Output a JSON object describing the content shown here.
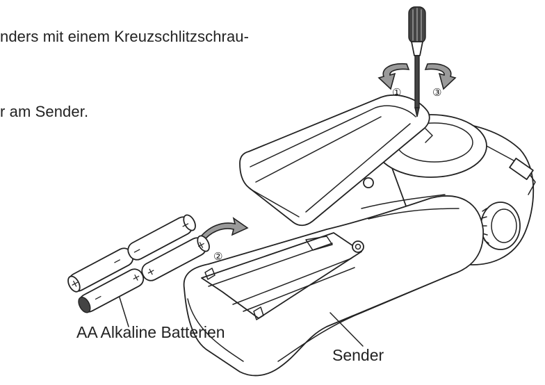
{
  "instructions": {
    "line1": "nders mit einem Kreuzschlitzschrau-",
    "line2": "r am Sender."
  },
  "labels": {
    "batteries": "AA Alkaline Batterien",
    "transmitter": "Sender"
  },
  "steps": {
    "step1": "①",
    "step2": "②",
    "step3": "③"
  },
  "battery_polarity": {
    "plus": "+",
    "minus": "−"
  },
  "icons": [
    "screwdriver-icon",
    "rotate-arrow-icon",
    "insert-arrow-icon"
  ]
}
